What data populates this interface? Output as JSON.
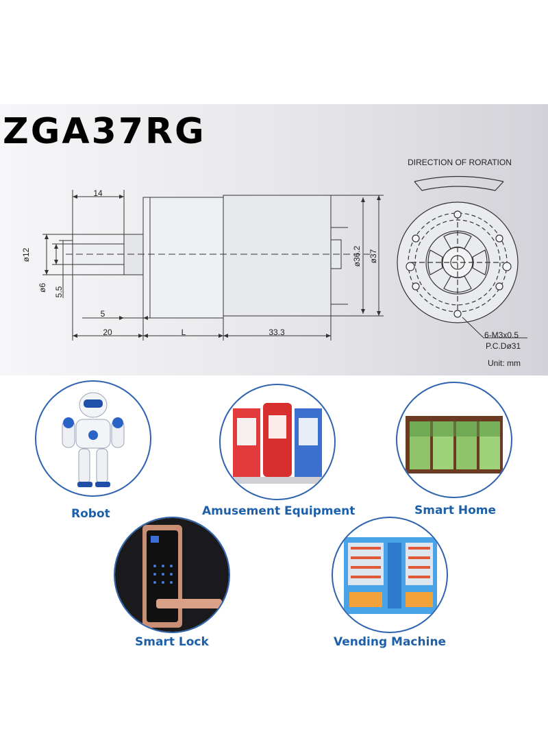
{
  "title": "ZGA37RG",
  "drawing": {
    "direction_label": "DIRECTION OF RORATION",
    "dims": {
      "d14": "14",
      "d12": "ø12",
      "d6": "ø6",
      "d55": "5.5",
      "d5": "5",
      "d20": "20",
      "dL": "L",
      "d333": "33.3",
      "d362": "ø36.2",
      "d37": "ø37"
    },
    "holes_note_1": "6-M3x0.5",
    "holes_note_2": "P.C.Dø31",
    "unit": "Unit: mm"
  },
  "applications": [
    {
      "label": "Robot",
      "icon": "robot-image"
    },
    {
      "label": "Amusement Equipment",
      "icon": "arcade-machines-image"
    },
    {
      "label": "Smart Home",
      "icon": "smart-window-image"
    },
    {
      "label": "Smart Lock",
      "icon": "smart-lock-image"
    },
    {
      "label": "Vending Machine",
      "icon": "vending-machine-image"
    }
  ]
}
